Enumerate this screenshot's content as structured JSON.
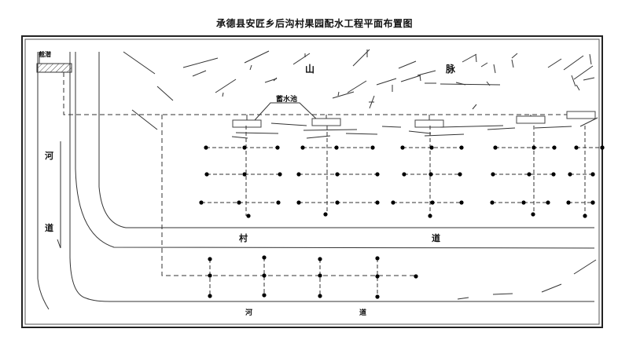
{
  "title": "承德县安匠乡后沟村果园配水工程平面布置图",
  "labels": {
    "dam": "截潜",
    "mountain_1": "山",
    "mountain_2": "脉",
    "reservoir": "蓄水池",
    "river_left_1": "河",
    "river_left_2": "道",
    "village_road_1": "村",
    "village_road_2": "道",
    "river_bottom_1": "河",
    "river_bottom_2": "道"
  },
  "colors": {
    "line": "#333333",
    "frame": "#222222",
    "hatch": "#444444"
  }
}
